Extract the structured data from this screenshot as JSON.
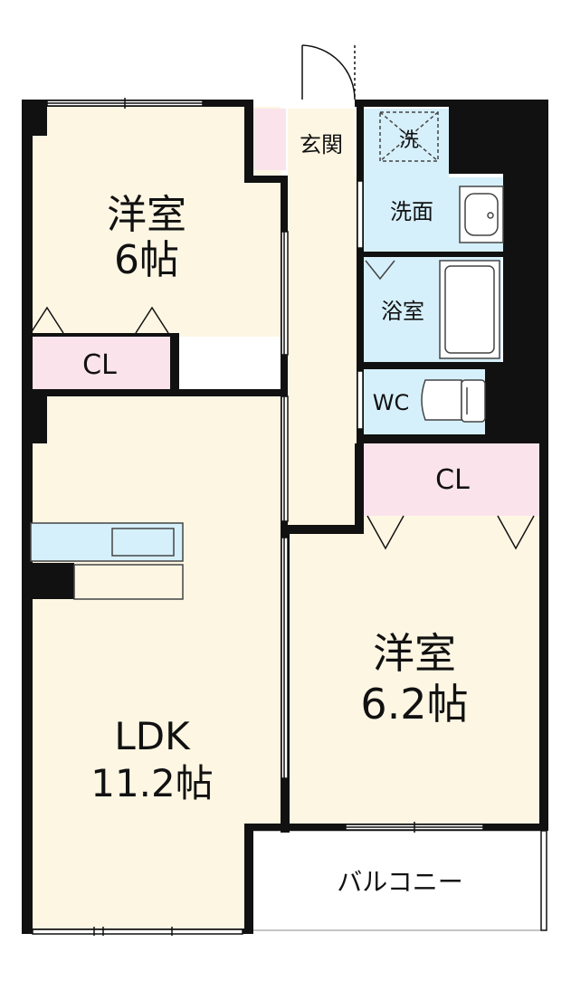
{
  "rooms": {
    "western_room_1": {
      "name": "洋室",
      "size": "6帖"
    },
    "closet_1": "CL",
    "entrance": "玄関",
    "washer": "洗",
    "washroom": "洗面",
    "bathroom": "浴室",
    "toilet": "WC",
    "closet_2": "CL",
    "western_room_2": {
      "name": "洋室",
      "size": "6.2帖"
    },
    "ldk": {
      "name": "LDK",
      "size": "11.2帖"
    },
    "balcony": "バルコニー"
  },
  "colors": {
    "wall": "#111111",
    "room_floor": "#fdf6e3",
    "closet": "#fbe3ec",
    "wet_area": "#d6f0fb",
    "entrance": "#fbe3ec",
    "balcony": "#ffffff",
    "fixture_stroke": "#444444"
  }
}
